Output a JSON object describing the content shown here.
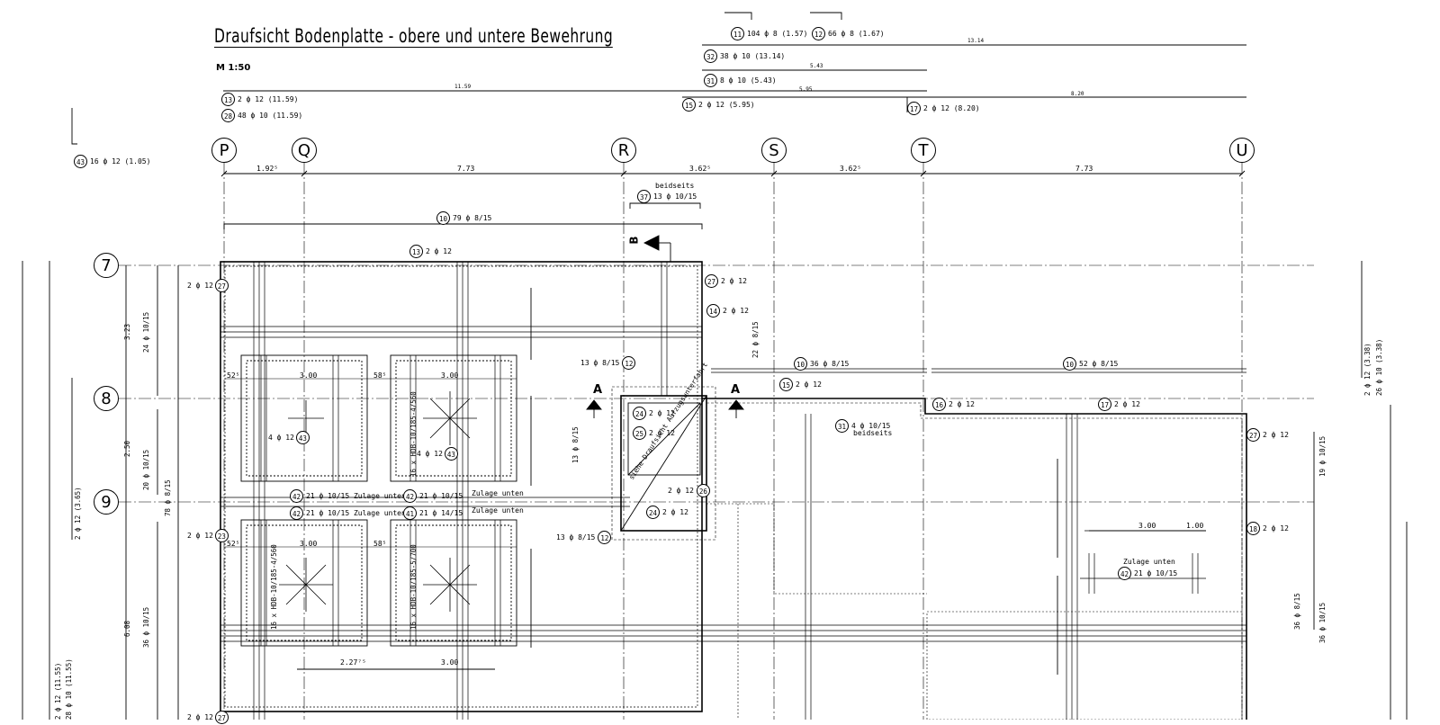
{
  "title": "Draufsicht Bodenplatte - obere und untere Bewehrung",
  "scale": "M 1:50",
  "axes": {
    "letters": [
      "P",
      "Q",
      "R",
      "S",
      "T",
      "U"
    ],
    "numbers": [
      "7",
      "8",
      "9"
    ]
  },
  "top_dims": [
    "1.92⁵",
    "7.73",
    "3.62⁵",
    "3.62⁵",
    "7.73"
  ],
  "bar_list": [
    {
      "pos": "11",
      "text": "104 ф 8 (1.57)"
    },
    {
      "pos": "12",
      "text": "66 ф 8 (1.67)"
    },
    {
      "pos": "32",
      "text": "38 ф 10 (13.14)"
    },
    {
      "pos": "31",
      "text": "8 ф 10 (5.43)"
    },
    {
      "pos": "15",
      "text": "2 ф 12 (5.95)"
    },
    {
      "pos": "17",
      "text": "2 ф 12 (8.20)"
    },
    {
      "pos": "13",
      "text": "2 ф 12 (11.59)"
    },
    {
      "pos": "28",
      "text": "48 ф 10 (11.59)"
    },
    {
      "pos": "43",
      "text": "16 ф 12 (1.05)"
    }
  ],
  "bar_lengths": [
    "13.14",
    "5.43",
    "5.95",
    "11.59",
    "8.20"
  ],
  "plan_labels": {
    "p10_top": "79 ф 8/15",
    "p37": "13 ф 10/15",
    "beidseits": "beidseits",
    "p13": "2 ф 12",
    "p27a": "2 ф 12",
    "p14": "2 ф 12",
    "p11v": "22 ф 8/15",
    "p10b": "36 ф 8/15",
    "p10c": "52 ф 8/15",
    "p15": "2 ф 12",
    "p16": "2 ф 12",
    "p17": "2 ф 12",
    "p31": "4 ф 10/15",
    "p24a": "2 ф 12",
    "p25": "2 ф 12",
    "p26": "2 ф 12",
    "p24b": "2 ф 12",
    "p12a": "13 ф 8/15",
    "p12b": "13 ф 8/15",
    "p27b": "2 ф 12",
    "p18": "2 ф 12",
    "p42a": "21 ф 10/15  Zulage unten",
    "p42b": "21 ф 10/15 Zulage unten",
    "p42c": "21 ф 10/15",
    "p41": "21 ф 14/15",
    "zulage": "Zulage unten",
    "p42d": "21 ф 10/15",
    "p43a": "4 ф 12",
    "p43b": "4 ф 12",
    "dim300": "3.00",
    "dim100": "1.00",
    "dim52": "52⁵",
    "dim58": "58⁵",
    "dim227": "2.27⁷⁵",
    "left_dims": [
      "3.23",
      "2.50",
      "6.08"
    ],
    "sect": "siehe Draufsicht Aufzugsunterfahrt",
    "hdb1": "16 x HDB-10/185-4/560",
    "hdb2": "16 x HDB-10/185-4/560",
    "hdb3": "16 x HDB-10/185-5/700",
    "p28": "24 ф 10/15",
    "p29": "20 ф 10/15",
    "p30": "36 ф 10/15",
    "p25l": "2 ф 12 (3.65)",
    "p11l": "78 ф 8/15",
    "r14": "2 ф 12 (3.38)",
    "r37": "26 ф 10 (3.38)",
    "r32": "19 ф 10/15",
    "r10": "36 ф 8/15",
    "r33": "36 ф 10/15",
    "bl13": "2 ф 12 (11.55)",
    "bl28": "28 ф 10 (11.55)",
    "p23": "2 ф 12",
    "p27c": "2 ф 12",
    "p27d": "2 ф 12"
  }
}
